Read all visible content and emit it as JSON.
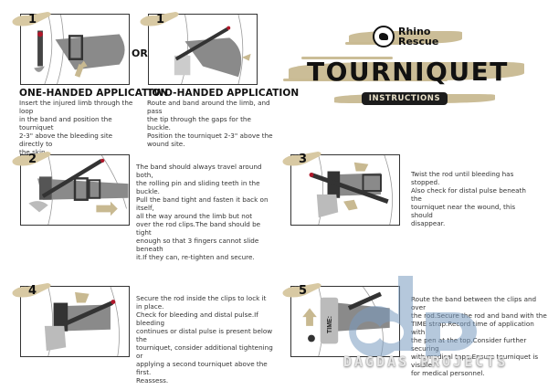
{
  "brand": {
    "name": "Rhino\nRescue",
    "title": "TOURNIQUET",
    "subtitle": "INSTRUCTIONS",
    "accent_color": "#c8b991",
    "dark_color": "#111111"
  },
  "connector": "OR",
  "steps": [
    {
      "number": "1",
      "heading": "ONE-HANDED APPLICATION",
      "text": "Insert the injured limb through the loop\nin the band and position the tourniquet\n2-3\" above the bleeding site directly to\nthe skin."
    },
    {
      "number": "1",
      "heading": "TWO-HANDED APPLICATION",
      "text": "Route and band around the limb, and pass\n the tip through the gaps for the buckle.\nPosition the tourniquet 2-3\" above the\nwound site."
    },
    {
      "number": "2",
      "heading": "",
      "text": "The band should always travel around both,\nthe rolling pin and sliding teeth in the buckle.\nPull the band tight and fasten it back on itself,\nall the way around the limb but not\nover the rod clips.The band should be tight\nenough so that 3 fingers cannot slide beneath\nit.If they can, re-tighten and secure."
    },
    {
      "number": "3",
      "heading": "",
      "text": "Twist the rod until bleeding has stopped.\nAlso check for distal pulse beneath the\ntourniquet near the wound, this should\ndisappear."
    },
    {
      "number": "4",
      "heading": "",
      "text": "Secure the rod inside the clips to lock it in place.\nCheck for bleeding and distal pulse.If bleeding\ncontinues or distal pulse is present below the\ntourniquet, consider additional tightening or\napplying a second tourniquet above the first.\nReassess."
    },
    {
      "number": "5",
      "heading": "",
      "text": "Route the band between the clips and over\nthe rod.Secure the rod and band with the\nTIME strap.Record time of application with\n the pen at the top.Consider further securing\nwith medical tape.Ensure tourniquet is visible\nfor medical personnel.",
      "strap_label": "TIME:"
    }
  ],
  "watermark": {
    "text": "DAGDAS PROJECTS",
    "logo": "dp",
    "color": "#7a9cc0"
  }
}
